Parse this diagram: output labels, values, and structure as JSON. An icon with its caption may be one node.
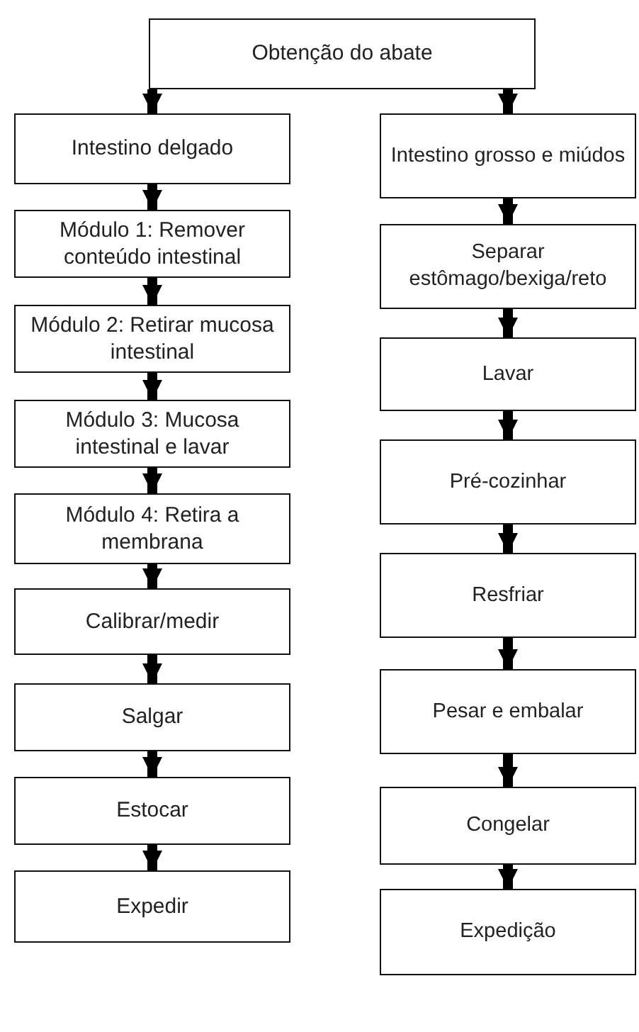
{
  "diagram": {
    "nodes": [
      {
        "text": [
          "Obtenção do abate"
        ]
      },
      {
        "text": [
          "Intestino delgado"
        ]
      },
      {
        "text": [
          "Módulo 1: Remover conteúdo intestinal"
        ]
      },
      {
        "text": [
          "Módulo 2: Retirar mucosa intestinal"
        ]
      },
      {
        "text": [
          "Módulo 3: Mucosa intestinal e lavar"
        ]
      },
      {
        "text": [
          "Módulo 4: Retira a membrana"
        ]
      },
      {
        "text": [
          "Calibrar/medir"
        ]
      },
      {
        "text": [
          "Salgar"
        ]
      },
      {
        "text": [
          "Estocar"
        ]
      },
      {
        "text": [
          "Expedir"
        ]
      },
      {
        "text": [
          "Intestino grosso e miúdos"
        ]
      },
      {
        "text": [
          "Separar estômago/bexiga/reto"
        ]
      },
      {
        "text": [
          "Lavar"
        ]
      },
      {
        "text": [
          "Pré-cozinhar"
        ]
      },
      {
        "text": [
          "Resfriar"
        ]
      },
      {
        "text": [
          "Pesar e embalar"
        ]
      },
      {
        "text": [
          "Congelar"
        ]
      },
      {
        "text": [
          "Expedição"
        ]
      }
    ],
    "edges": [
      {
        "from": 0,
        "to": 1,
        "arrow": "to"
      },
      {
        "from": 0,
        "to": 10,
        "arrow": "to"
      },
      {
        "from": 1,
        "to": 2,
        "arrow": "to"
      },
      {
        "from": 2,
        "to": 3,
        "arrow": "to"
      },
      {
        "from": 3,
        "to": 4,
        "arrow": "to"
      },
      {
        "from": 4,
        "to": 5,
        "arrow": "to"
      },
      {
        "from": 5,
        "to": 6,
        "arrow": "to"
      },
      {
        "from": 6,
        "to": 7,
        "arrow": "to"
      },
      {
        "from": 7,
        "to": 8,
        "arrow": "to"
      },
      {
        "from": 8,
        "to": 9,
        "arrow": "to"
      },
      {
        "from": 10,
        "to": 11,
        "arrow": "to"
      },
      {
        "from": 11,
        "to": 12,
        "arrow": "to"
      },
      {
        "from": 12,
        "to": 13,
        "arrow": "to"
      },
      {
        "from": 13,
        "to": 14,
        "arrow": "to"
      },
      {
        "from": 14,
        "to": 15,
        "arrow": "to"
      },
      {
        "from": 15,
        "to": 16,
        "arrow": "to"
      },
      {
        "from": 16,
        "to": 17,
        "arrow": "to"
      }
    ]
  }
}
